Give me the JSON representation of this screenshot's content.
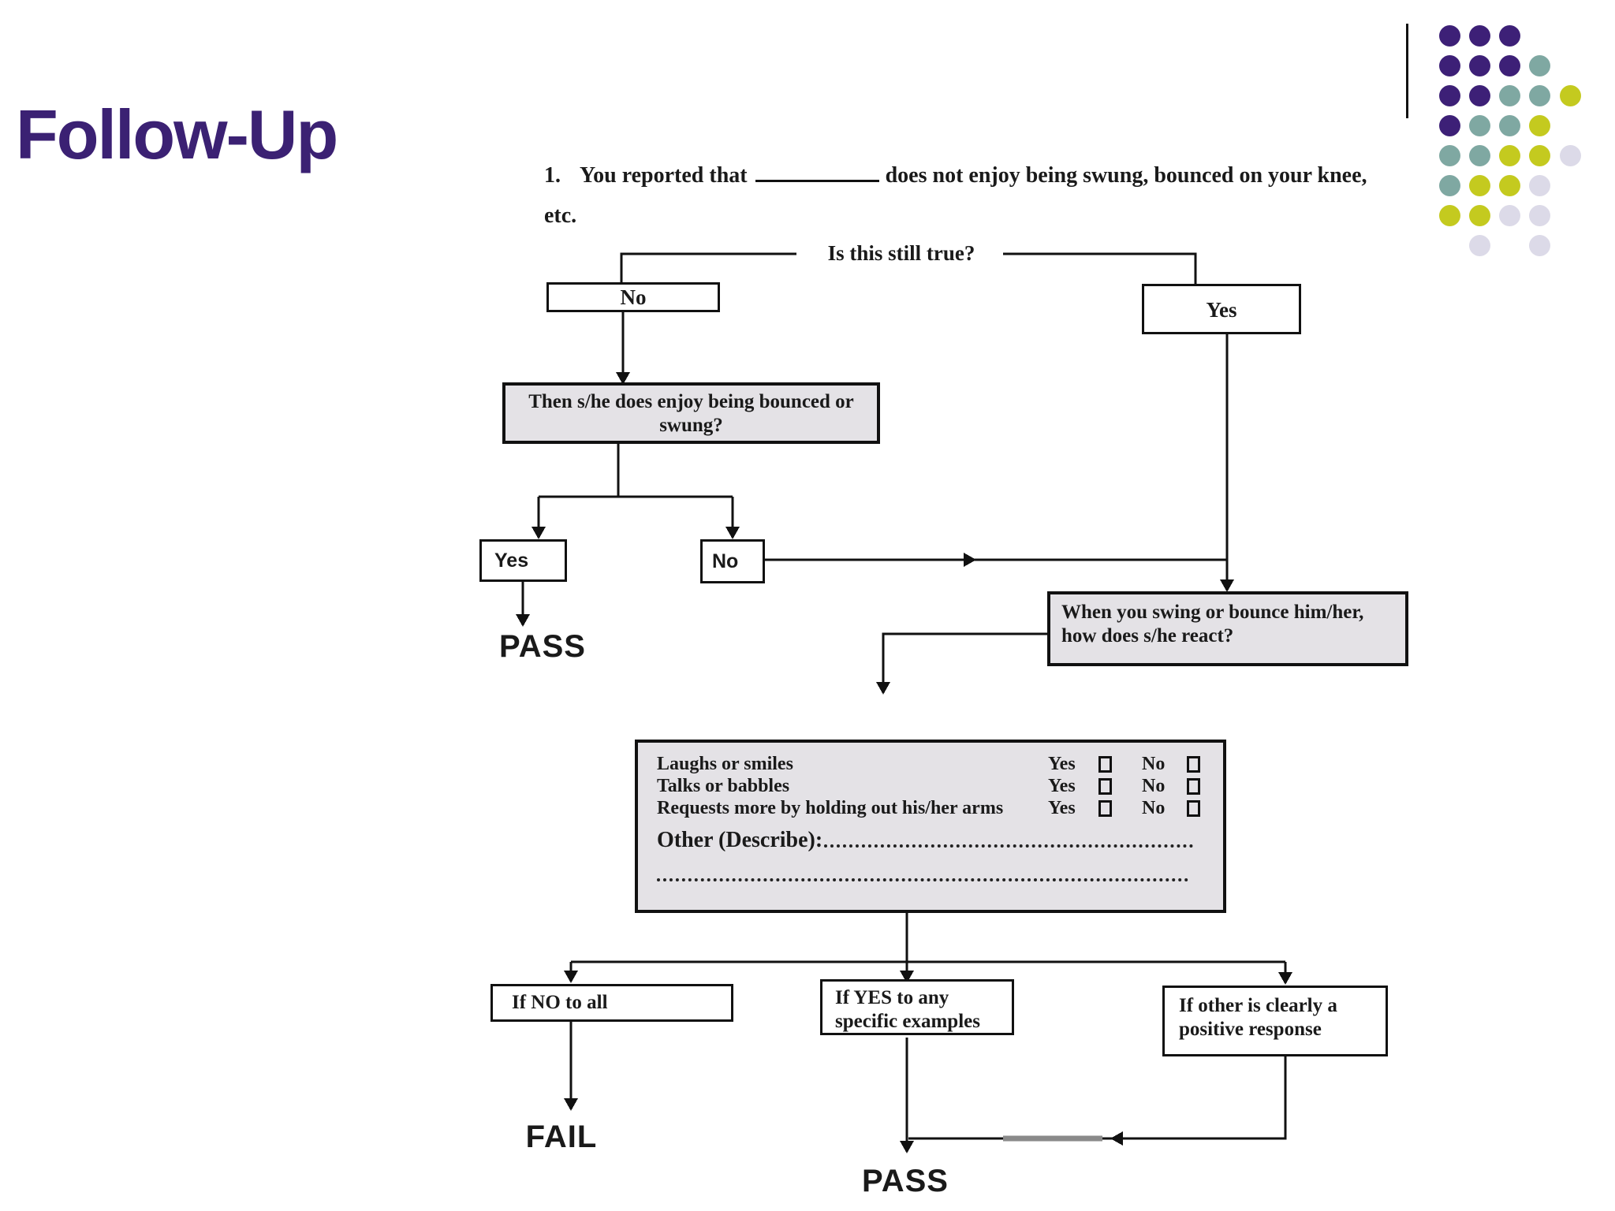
{
  "slide": {
    "title": "Follow-Up"
  },
  "question": {
    "number": "1.",
    "prefix": "You reported that",
    "suffix": "does not enjoy being swung, bounced on your knee,",
    "line2": "etc."
  },
  "flowchart": {
    "still_true": "Is this still true?",
    "no1": "No",
    "yes1": "Yes",
    "then_box": "Then s/he does enjoy being bounced or swung?",
    "yes2": "Yes",
    "no2": "No",
    "pass1": "PASS",
    "react_line1": "When you swing or bounce him/her,",
    "react_line2": "how does s/he react?",
    "options": {
      "rows": [
        "Laughs or smiles",
        "Talks or babbles",
        "Requests more by holding out his/her arms"
      ],
      "yes_label": "Yes",
      "no_label": "No",
      "other_label": "Other (Describe):"
    },
    "if_no": "If NO to all",
    "if_yes": "If YES to any specific examples",
    "if_other": "If other is clearly a positive response",
    "fail": "FAIL",
    "pass2": "PASS"
  },
  "decoration": {
    "colors": {
      "p": "#3d2077",
      "t": "#7fa8a2",
      "y": "#c4ca1f",
      "l": "#dcdae8"
    },
    "pattern": [
      [
        "p",
        "p",
        "p",
        "",
        ""
      ],
      [
        "p",
        "p",
        "p",
        "t",
        ""
      ],
      [
        "p",
        "p",
        "t",
        "t",
        "y"
      ],
      [
        "p",
        "t",
        "t",
        "y",
        ""
      ],
      [
        "t",
        "t",
        "y",
        "y",
        "l"
      ],
      [
        "t",
        "y",
        "y",
        "l",
        ""
      ],
      [
        "y",
        "y",
        "l",
        "l",
        ""
      ],
      [
        "",
        "l",
        "",
        "l",
        ""
      ]
    ]
  }
}
